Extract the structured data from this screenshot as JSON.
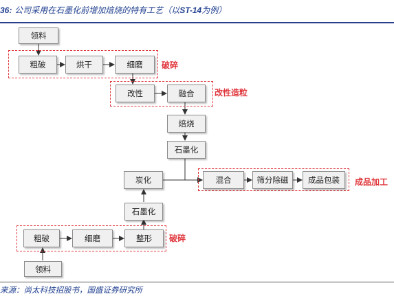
{
  "title": {
    "number": "36:",
    "text": "公司采用在石墨化前增加焙烧的特有工艺（以",
    "model": "ST-14",
    "suffix": "为例）"
  },
  "source": "来源：尚太科技招股书，国盛证券研究所",
  "nodes": {
    "top_feed": "领料",
    "top_crush": "粗破",
    "dry": "烘干",
    "top_grind": "细磨",
    "modify": "改性",
    "fuse": "融合",
    "bake": "焙烧",
    "graphitize_main": "石墨化",
    "mix": "混合",
    "sieve": "筛分除磁",
    "pack": "成品包装",
    "carbonize": "炭化",
    "graphitize_side": "石墨化",
    "bot_crush": "粗破",
    "bot_grind": "细磨",
    "shape": "整形",
    "bot_feed": "领料"
  },
  "groups": {
    "top_crushing": "破碎",
    "modification": "改性造粒",
    "finishing": "成品加工",
    "bottom_crushing": "破碎"
  },
  "colors": {
    "accent_red": "#e0383e",
    "title_blue": "#1f3f8f",
    "box_fill": "#f0f0f0",
    "box_border": "#8a8a8a"
  }
}
